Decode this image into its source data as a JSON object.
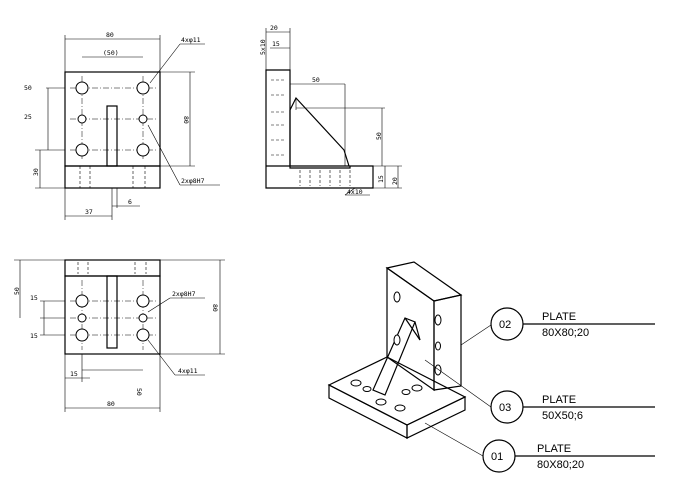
{
  "front_view": {
    "width": "80",
    "hole_spacing": "(50)",
    "holes_callout": "4xφ11",
    "dim_left_top": "50",
    "dim_left_mid": "25",
    "dim_left_bot": "30",
    "height": "80",
    "pin_callout": "2xφ8H7",
    "dim_bottom_1": "37",
    "dim_bottom_2": "6"
  },
  "side_view": {
    "dim_top": "20",
    "dim_15": "15",
    "chamfer_top": "5x10",
    "gusset_width": "50",
    "gusset_height": "50",
    "dim_right_15": "15",
    "dim_right_20": "20",
    "chamfer_bottom": "4x10"
  },
  "bottom_view": {
    "dim_left": "50",
    "dim_15a": "15",
    "dim_15b": "15",
    "pin_callout": "2xφ8H7",
    "height": "80",
    "dim_15c": "15",
    "dim_50": "50",
    "holes_callout": "4xφ11",
    "width": "80"
  },
  "parts": [
    {
      "number": "02",
      "name": "PLATE",
      "size": "80X80;20"
    },
    {
      "number": "03",
      "name": "PLATE",
      "size": "50X50;6"
    },
    {
      "number": "01",
      "name": "PLATE",
      "size": "80X80;20"
    }
  ]
}
